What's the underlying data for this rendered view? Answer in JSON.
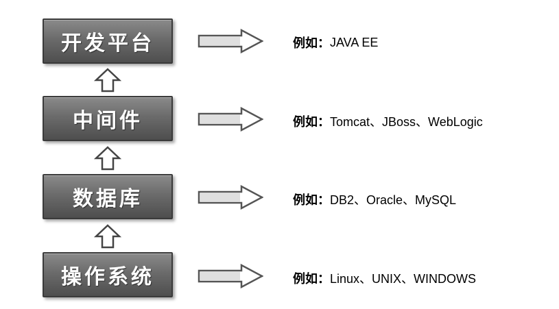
{
  "layers": [
    {
      "label": "开发平台",
      "example_prefix": "例如：",
      "example_text": "JAVA EE"
    },
    {
      "label": "中间件",
      "example_prefix": "例如：",
      "example_text": "Tomcat、JBoss、WebLogic"
    },
    {
      "label": "数据库",
      "example_prefix": "例如：",
      "example_text": "DB2、Oracle、MySQL"
    },
    {
      "label": "操作系统",
      "example_prefix": "例如：",
      "example_text": "Linux、UNIX、WINDOWS"
    }
  ],
  "colors": {
    "box_fill": "#6b6b6b",
    "box_border": "#3a3a3a",
    "box_text": "#ffffff",
    "arrow_stroke": "#555555",
    "arrow_fill": "#ffffff"
  }
}
